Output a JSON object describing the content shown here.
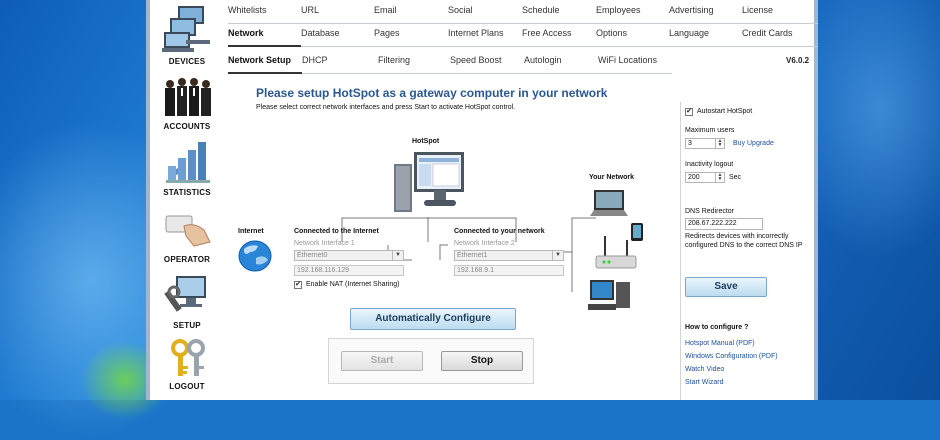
{
  "sidebar": {
    "items": [
      {
        "label": "DEVICES",
        "icon": "devices-icon"
      },
      {
        "label": "ACCOUNTS",
        "icon": "accounts-icon"
      },
      {
        "label": "STATISTICS",
        "icon": "statistics-icon"
      },
      {
        "label": "OPERATOR",
        "icon": "operator-icon"
      },
      {
        "label": "SETUP",
        "icon": "setup-icon"
      },
      {
        "label": "LOGOUT",
        "icon": "logout-icon"
      }
    ]
  },
  "nav": {
    "row1": [
      "Whitelists",
      "URL",
      "Email",
      "Social",
      "Schedule",
      "Employees",
      "Advertising",
      "License"
    ],
    "row2": [
      "Network",
      "Database",
      "Pages",
      "Internet Plans",
      "Free Access",
      "Options",
      "Language",
      "Credit Cards"
    ],
    "row3": [
      "Network Setup",
      "DHCP",
      "Filtering",
      "Speed Boost",
      "Autologin",
      "WiFi Locations"
    ],
    "version": "V6.0.2"
  },
  "main": {
    "heading": "Please setup HotSpot as a gateway computer in your network",
    "subheading": "Please select correct network interfaces and press Start to activate HotSpot control.",
    "hotspot_label": "HotSpot",
    "your_network_label": "Your Network",
    "internet_label": "Internet",
    "left_iface": {
      "title": "Connected to the Internet",
      "iface_label": "Network Interface 1",
      "iface_value": "Ethernet0",
      "ip": "192.168.116.129",
      "nat_label": "Enable NAT (Internet Sharing)",
      "nat_checked": "✔"
    },
    "right_iface": {
      "title": "Connected to your network",
      "iface_label": "Network Interface 2",
      "iface_value": "Ethernet1",
      "ip": "192.168.9.1"
    },
    "auto_configure": "Automatically Configure",
    "start": "Start",
    "stop": "Stop"
  },
  "settings": {
    "autostart_label": "Autostart HotSpot",
    "autostart_checked": "✔",
    "max_users_label": "Maximum users",
    "max_users_value": "3",
    "buy_upgrade": "Buy Upgrade",
    "inactivity_label": "Inactivity logout",
    "inactivity_value": "200",
    "inactivity_unit": "Sec",
    "dns_label": "DNS Redirector",
    "dns_value": "208.67.222.222",
    "dns_note_line1": "Redirects devices with incorrectly",
    "dns_note_line2": "configured DNS to the correct DNS IP",
    "save": "Save",
    "howto_title": "How to configure ?",
    "links": [
      "Hotspot Manual (PDF)",
      "Windows Configuration (PDF)",
      "Watch Video",
      "Start Wizard"
    ]
  },
  "colors": {
    "heading": "#2a5890",
    "link": "#1d4f9c",
    "button_blue": "#bcdcf0"
  }
}
